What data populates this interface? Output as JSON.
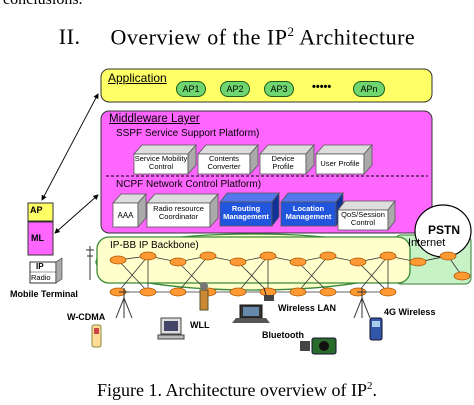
{
  "top_text": "conclusions.",
  "section": {
    "number": "II.",
    "title": "Overview of the IP",
    "superscript": "2",
    "suffix": " Architecture"
  },
  "application": {
    "label": "Application",
    "aps": [
      "AP1",
      "AP2",
      "AP3",
      "•••••",
      "APn"
    ]
  },
  "middleware": {
    "label": "Middleware Layer",
    "sspf_label": "SSPF  Service Support Platform)",
    "sspf_boxes": [
      "Service Mobility Control",
      "Contents Converter",
      "Device Profile",
      "User Profile"
    ],
    "ncpf_label": "NCPF  Network Control Platform)",
    "ncpf_boxes": [
      "AAA",
      "Radio resource Coordinator",
      "Routing Management",
      "Location Management",
      "QoS/Session Control"
    ]
  },
  "backbone": {
    "label": "IP-BB  IP Backbone)",
    "internet": "Internet",
    "pstn": "PSTN"
  },
  "mobile_terminal": {
    "label": "Mobile Terminal",
    "layers": [
      "AP",
      "ML",
      "IP",
      "Radio"
    ]
  },
  "access": [
    "W-CDMA",
    "WLL",
    "Wireless LAN",
    "Bluetooth",
    "4G Wireless"
  ],
  "caption": {
    "text": "Figure 1. Architecture overview of IP",
    "superscript": "2",
    "suffix": "."
  },
  "colors": {
    "application_bg": "#ffff66",
    "middleware_bg": "#ff66ff",
    "backbone_bg": "#ffffcc",
    "internet_bg": "#c6f2c6",
    "ap_pill": "#6fd66f",
    "blue_box": "#2255dd",
    "router": "#ff9933",
    "pstn_bg": "#ffffff"
  }
}
